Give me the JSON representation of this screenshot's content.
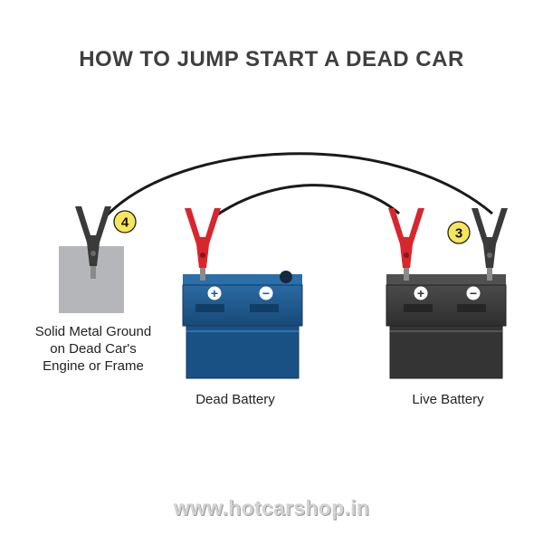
{
  "title": "HOW TO JUMP START A DEAD CAR",
  "steps": {
    "step_3": "3",
    "step_4": "4"
  },
  "terminals": {
    "positive": "+",
    "negative": "−"
  },
  "labels": {
    "ground_line1": "Solid Metal Ground",
    "ground_line2": "on Dead Car's",
    "ground_line3": "Engine or Frame",
    "dead_battery": "Dead Battery",
    "live_battery": "Live Battery"
  },
  "website": "www.hotcarshop.in",
  "colors": {
    "red_clamp": "#d7262c",
    "black_clamp": "#3a3a3a",
    "dead_battery_blue": "#1e5a8c",
    "live_battery_gray": "#3e3e3e",
    "ground_block": "#b4b6b9",
    "step_badge": "#f6e65b",
    "cable": "#1a1a1a"
  }
}
